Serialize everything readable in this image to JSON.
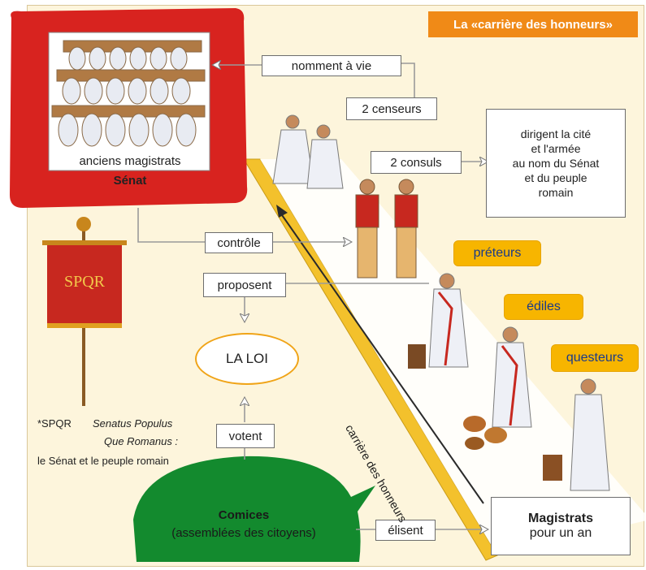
{
  "title": "La «carrière des honneurs»",
  "senat": {
    "line1": "anciens magistrats",
    "line2": "Sénat"
  },
  "labels": {
    "nomment": "nomment à vie",
    "censeurs": "2 censeurs",
    "consuls": "2 consuls",
    "dirigent": [
      "dirigent la cité",
      "et l'armée",
      "au nom du Sénat",
      "et du peuple",
      "romain"
    ],
    "controle": "contrôle",
    "proposent": "proposent",
    "loi": "LA LOI",
    "votent": "votent",
    "elisent": "élisent",
    "preteurs": "préteurs",
    "ediles": "édiles",
    "questeurs": "questeurs",
    "carriere": "carrière des honneurs",
    "magistrats": {
      "line1": "Magistrats",
      "line2": "pour un an"
    },
    "comices": {
      "line1": "Comices",
      "line2": "(assemblées des citoyens)"
    },
    "spqr_banner": "SPQR",
    "spqr_note": {
      "line1a": "*SPQR",
      "line1b": "Senatus Populus",
      "line2": "Que Romanus :",
      "line3": "le Sénat et le peuple romain"
    }
  },
  "colors": {
    "highlight_red": "#d8231f",
    "comices_green": "#138a2e",
    "label_yellow": "#f7b500",
    "ramp": "#f3c12c",
    "title_orange": "#f08a17"
  }
}
